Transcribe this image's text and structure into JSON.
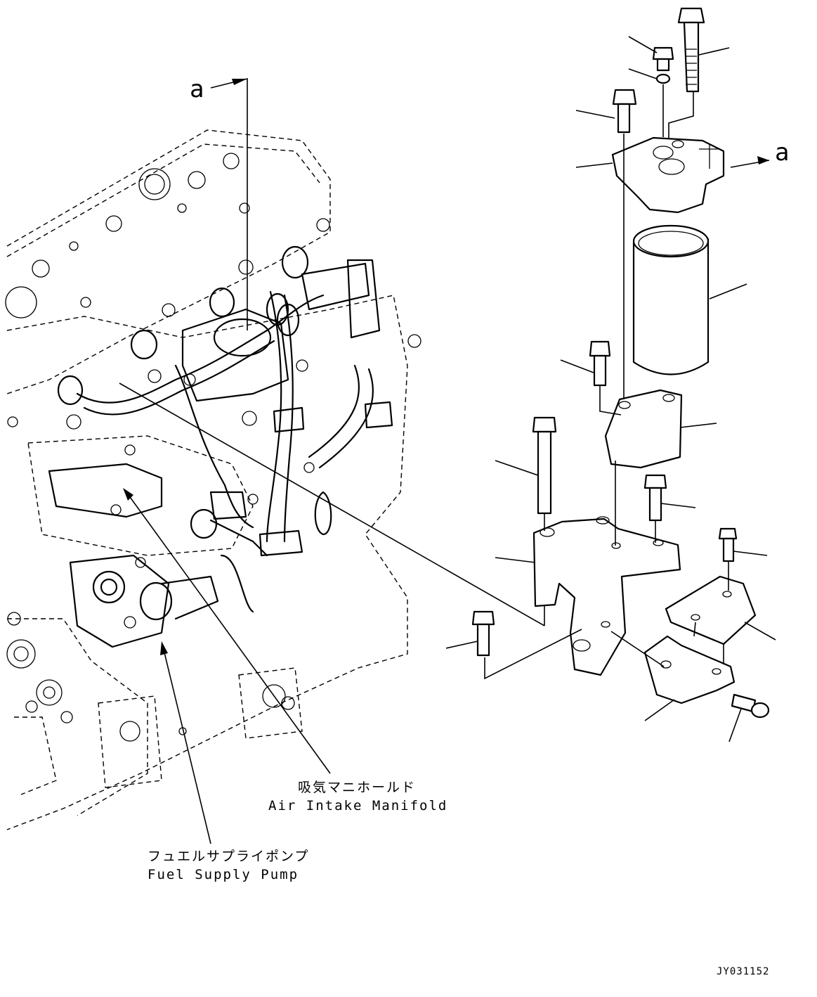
{
  "figure": {
    "id_code": "JY031152"
  },
  "callouts": {
    "left_ref": "a",
    "right_ref": "a"
  },
  "components": {
    "air_intake_manifold": {
      "label_jp": "吸気マニホールド",
      "label_en": "Air Intake Manifold"
    },
    "fuel_supply_pump": {
      "label_jp": "フュエルサプライポンプ",
      "label_en": "Fuel Supply Pump"
    }
  }
}
